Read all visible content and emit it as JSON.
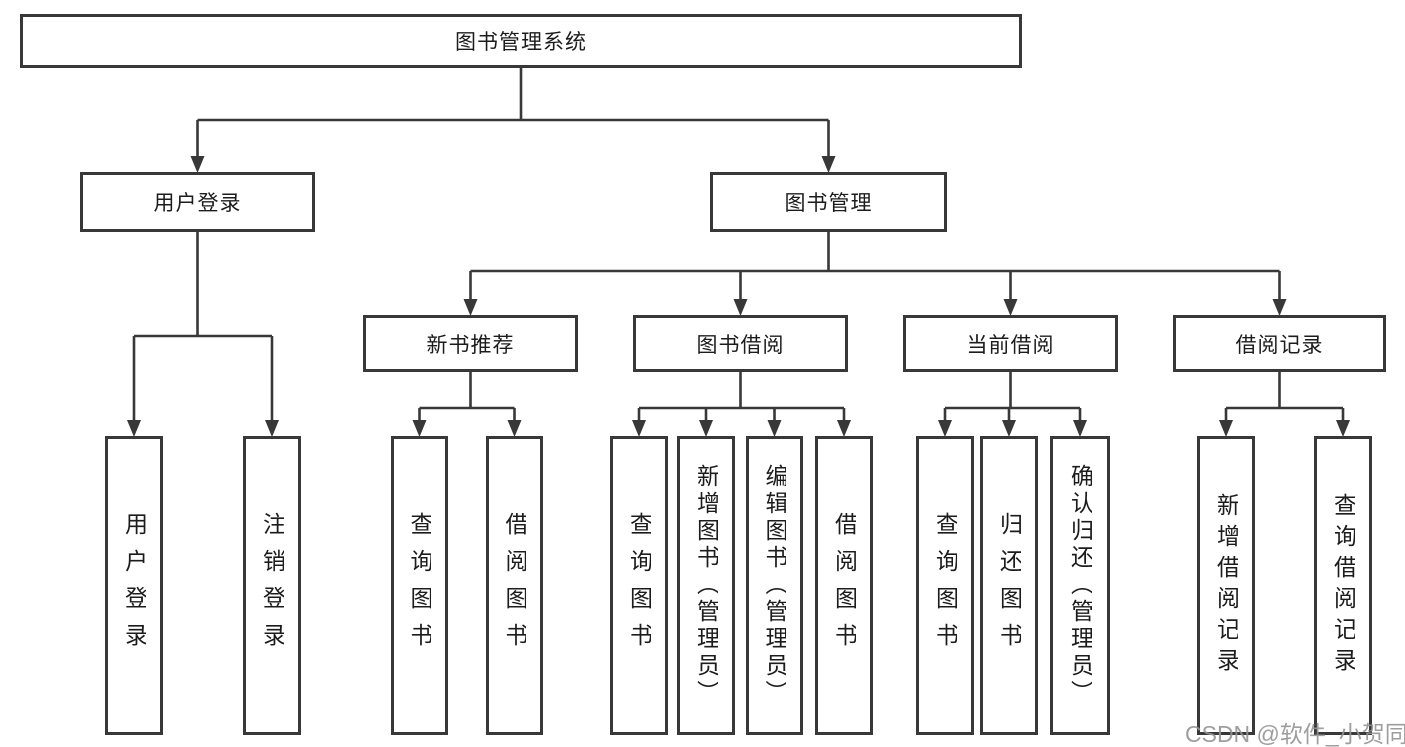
{
  "diagram": {
    "title_node": "root",
    "nodes": {
      "root": "图书管理系统",
      "user_login": "用户登录",
      "book_mgmt": "图书管理",
      "new_book_rec": "新书推荐",
      "book_borrow": "图书借阅",
      "current_borrow": "当前借阅",
      "borrow_records": "借阅记录",
      "leaf_user_login": "用户登录",
      "leaf_logout": "注销登录",
      "rec_query_book": "查询图书",
      "rec_borrow_book": "借阅图书",
      "bb_query_book": "查询图书",
      "bb_add_book": "新增图书（管理员）",
      "bb_edit_book": "编辑图书（管理员）",
      "bb_borrow_book": "借阅图书",
      "cb_query_book": "查询图书",
      "cb_return_book": "归还图书",
      "cb_confirm_return": "确认归还（管理员）",
      "br_add_record": "新增借阅记录",
      "br_query_record": "查询借阅记录"
    },
    "hierarchy": [
      {
        "parent": "root",
        "children": [
          "user_login",
          "book_mgmt"
        ]
      },
      {
        "parent": "user_login",
        "children": [
          "leaf_user_login",
          "leaf_logout"
        ]
      },
      {
        "parent": "book_mgmt",
        "children": [
          "new_book_rec",
          "book_borrow",
          "current_borrow",
          "borrow_records"
        ]
      },
      {
        "parent": "new_book_rec",
        "children": [
          "rec_query_book",
          "rec_borrow_book"
        ]
      },
      {
        "parent": "book_borrow",
        "children": [
          "bb_query_book",
          "bb_add_book",
          "bb_edit_book",
          "bb_borrow_book"
        ]
      },
      {
        "parent": "current_borrow",
        "children": [
          "cb_query_book",
          "cb_return_book",
          "cb_confirm_return"
        ]
      },
      {
        "parent": "borrow_records",
        "children": [
          "br_add_record",
          "br_query_record"
        ]
      }
    ]
  },
  "watermark": {
    "text": "CSDN @软件_小贺同学"
  },
  "colors": {
    "line": "#383838",
    "box_border": "#383838",
    "box_fill": "#ffffff",
    "text": "#1c1c1c",
    "watermark": "#949494",
    "background": "#ffffff"
  }
}
